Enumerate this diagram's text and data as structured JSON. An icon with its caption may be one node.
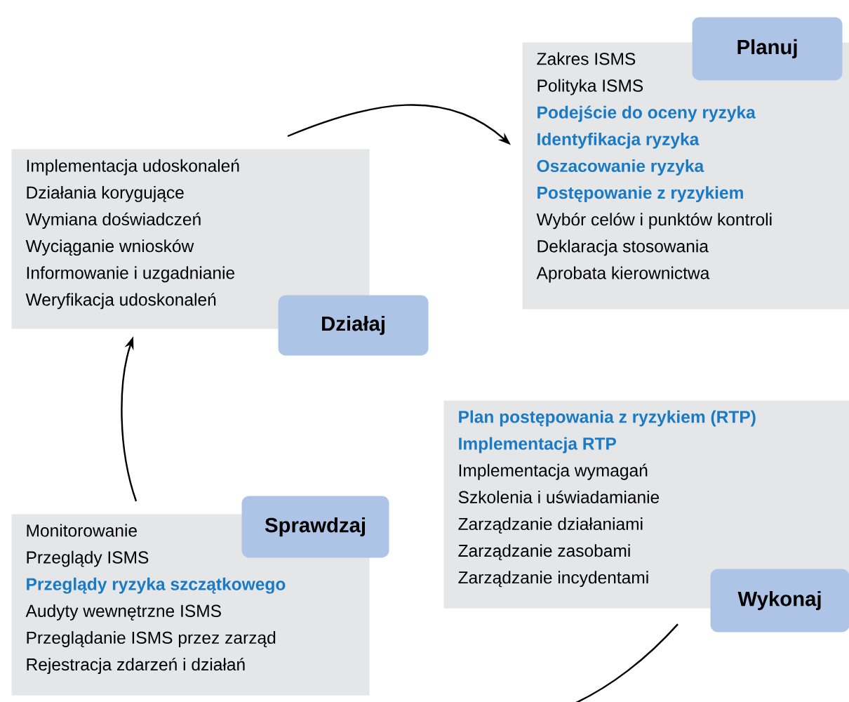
{
  "diagram": {
    "nodes": [
      {
        "text": [
          "Planuj"
        ]
      },
      {
        "text": [
          "Zakres ISMS",
          "Polityka ISMS",
          "**Podejście do oceny ryzyka**",
          "**Identyfikacja ryzyka**",
          "**Oszacowanie ryzyka**",
          "**Postępowanie z ryzykiem**",
          "Wybór celów i punktów kontroli",
          "Deklaracja stosowania",
          "Aprobata kierownictwa"
        ]
      },
      {
        "text": [
          "Implementacja udoskonaleń",
          "Działania korygujące",
          "Wymiana doświadczeń",
          "Wyciąganie wniosków",
          "Informowanie i uzgadnianie",
          "Weryfikacja udoskonaleń"
        ]
      },
      {
        "text": [
          "Działaj"
        ]
      },
      {
        "text": [
          "**Plan postępowania z ryzykiem (RTP)**",
          "**Implementacja RTP**",
          "Implementacja wymagań",
          "Szkolenia i uświadamianie",
          "Zarządzanie działaniami",
          "Zarządzanie zasobami",
          "Zarządzanie incydentami"
        ]
      },
      {
        "text": [
          "Wykonaj"
        ]
      },
      {
        "text": [
          "Sprawdzaj"
        ]
      },
      {
        "text": [
          "Monitorowanie",
          "Przeglądy ISMS",
          "**Przeglądy ryzyka szczątkowego**",
          "Audyty wewnętrzne ISMS",
          "Przeglądanie ISMS przez zarząd",
          "Rejestracja zdarzeń i działań"
        ]
      }
    ],
    "edges": [
      {
        "from": 2,
        "to": 1,
        "arrow": "to"
      },
      {
        "from": 4,
        "to": null,
        "arrow": "none"
      },
      {
        "from": 7,
        "to": 2,
        "arrow": "to"
      }
    ]
  }
}
